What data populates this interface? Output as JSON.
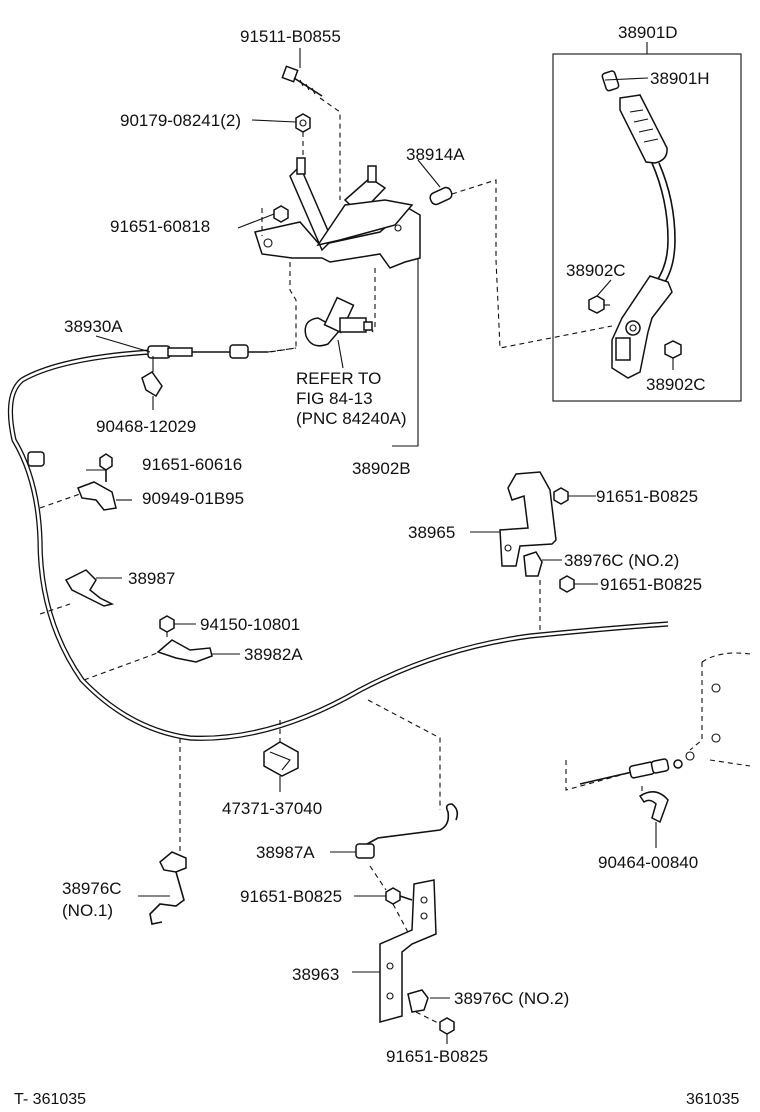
{
  "labels": {
    "p91511": "91511-B0855",
    "p90179": "90179-08241(2)",
    "p38914A": "38914A",
    "p91651_60818": "91651-60818",
    "p38901D": "38901D",
    "p38901H": "38901H",
    "p38902C_a": "38902C",
    "p38902C_b": "38902C",
    "p38930A": "38930A",
    "refer1": "REFER TO",
    "refer2": "FIG 84-13",
    "refer3": "(PNC 84240A)",
    "p90468": "90468-12029",
    "p38902B": "38902B",
    "p91651_60616": "91651-60616",
    "p90949": "90949-01B95",
    "p91651_B0825_a": "91651-B0825",
    "p38965": "38965",
    "p38976C_a": "38976C (NO.2)",
    "p91651_B0825_b": "91651-B0825",
    "p38987": "38987",
    "p94150": "94150-10801",
    "p38982A": "38982A",
    "p47371": "47371-37040",
    "p90464": "90464-00840",
    "p38987A": "38987A",
    "p38976C_no1a": "38976C",
    "p38976C_no1b": "(NO.1)",
    "p91651_B0825_c": "91651-B0825",
    "p38963": "38963",
    "p38976C_b": "38976C (NO.2)",
    "p91651_B0825_d": "91651-B0825",
    "footer_left": "T- 361035",
    "footer_right": "361035"
  }
}
